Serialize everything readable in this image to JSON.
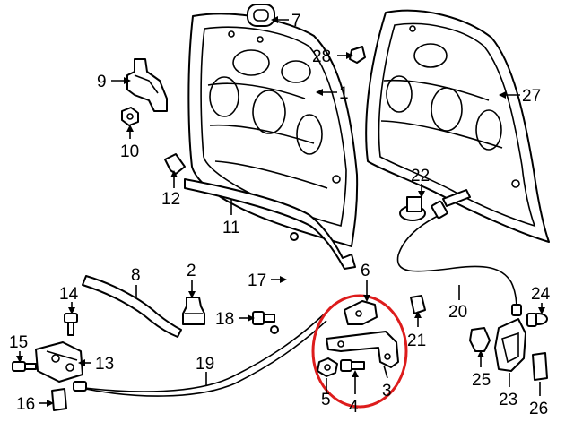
{
  "colors": {
    "line": "#000000",
    "background": "#ffffff",
    "highlight": "#dd1c1c"
  },
  "callouts": {
    "c1": "1",
    "c2": "2",
    "c3": "3",
    "c4": "4",
    "c5": "5",
    "c6": "6",
    "c7": "7",
    "c8": "8",
    "c9": "9",
    "c10": "10",
    "c11": "11",
    "c12": "12",
    "c13": "13",
    "c14": "14",
    "c15": "15",
    "c16": "16",
    "c17": "17",
    "c18": "18",
    "c19": "19",
    "c20": "20",
    "c21": "21",
    "c22": "22",
    "c23": "23",
    "c24": "24",
    "c25": "25",
    "c26": "26",
    "c27": "27",
    "c28": "28"
  }
}
